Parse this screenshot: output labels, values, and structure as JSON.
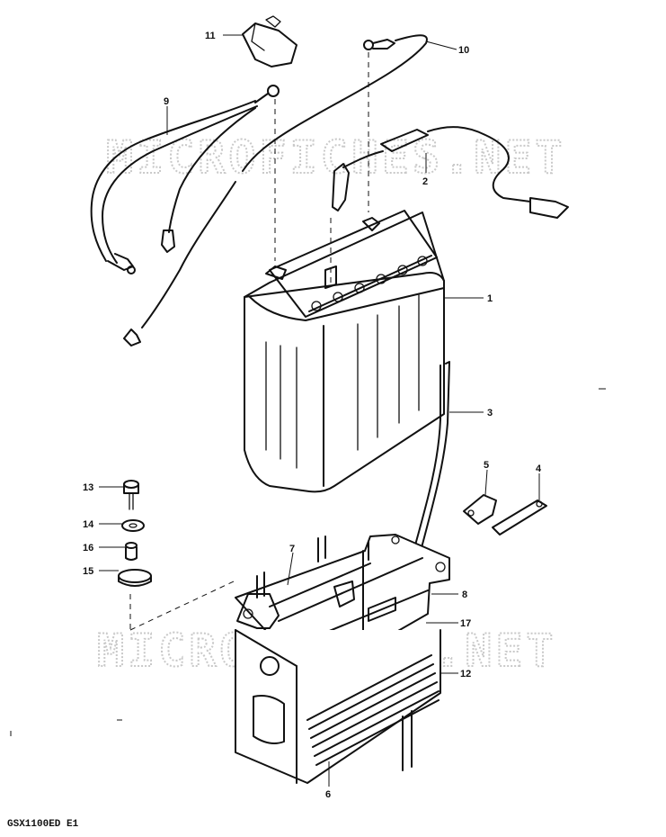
{
  "watermark": "MICROFICHES.NET",
  "model_code": "GSX1100ED E1",
  "callouts": [
    {
      "id": "1",
      "text": "1"
    },
    {
      "id": "2",
      "text": "2"
    },
    {
      "id": "3",
      "text": "3"
    },
    {
      "id": "4",
      "text": "4"
    },
    {
      "id": "5",
      "text": "5"
    },
    {
      "id": "6",
      "text": "6"
    },
    {
      "id": "7",
      "text": "7"
    },
    {
      "id": "8",
      "text": "8"
    },
    {
      "id": "9",
      "text": "9"
    },
    {
      "id": "10",
      "text": "10"
    },
    {
      "id": "11",
      "text": "11"
    },
    {
      "id": "12",
      "text": "12"
    },
    {
      "id": "13",
      "text": "13"
    },
    {
      "id": "14",
      "text": "14"
    },
    {
      "id": "15",
      "text": "15"
    },
    {
      "id": "16",
      "text": "16"
    },
    {
      "id": "17",
      "text": "17"
    }
  ]
}
